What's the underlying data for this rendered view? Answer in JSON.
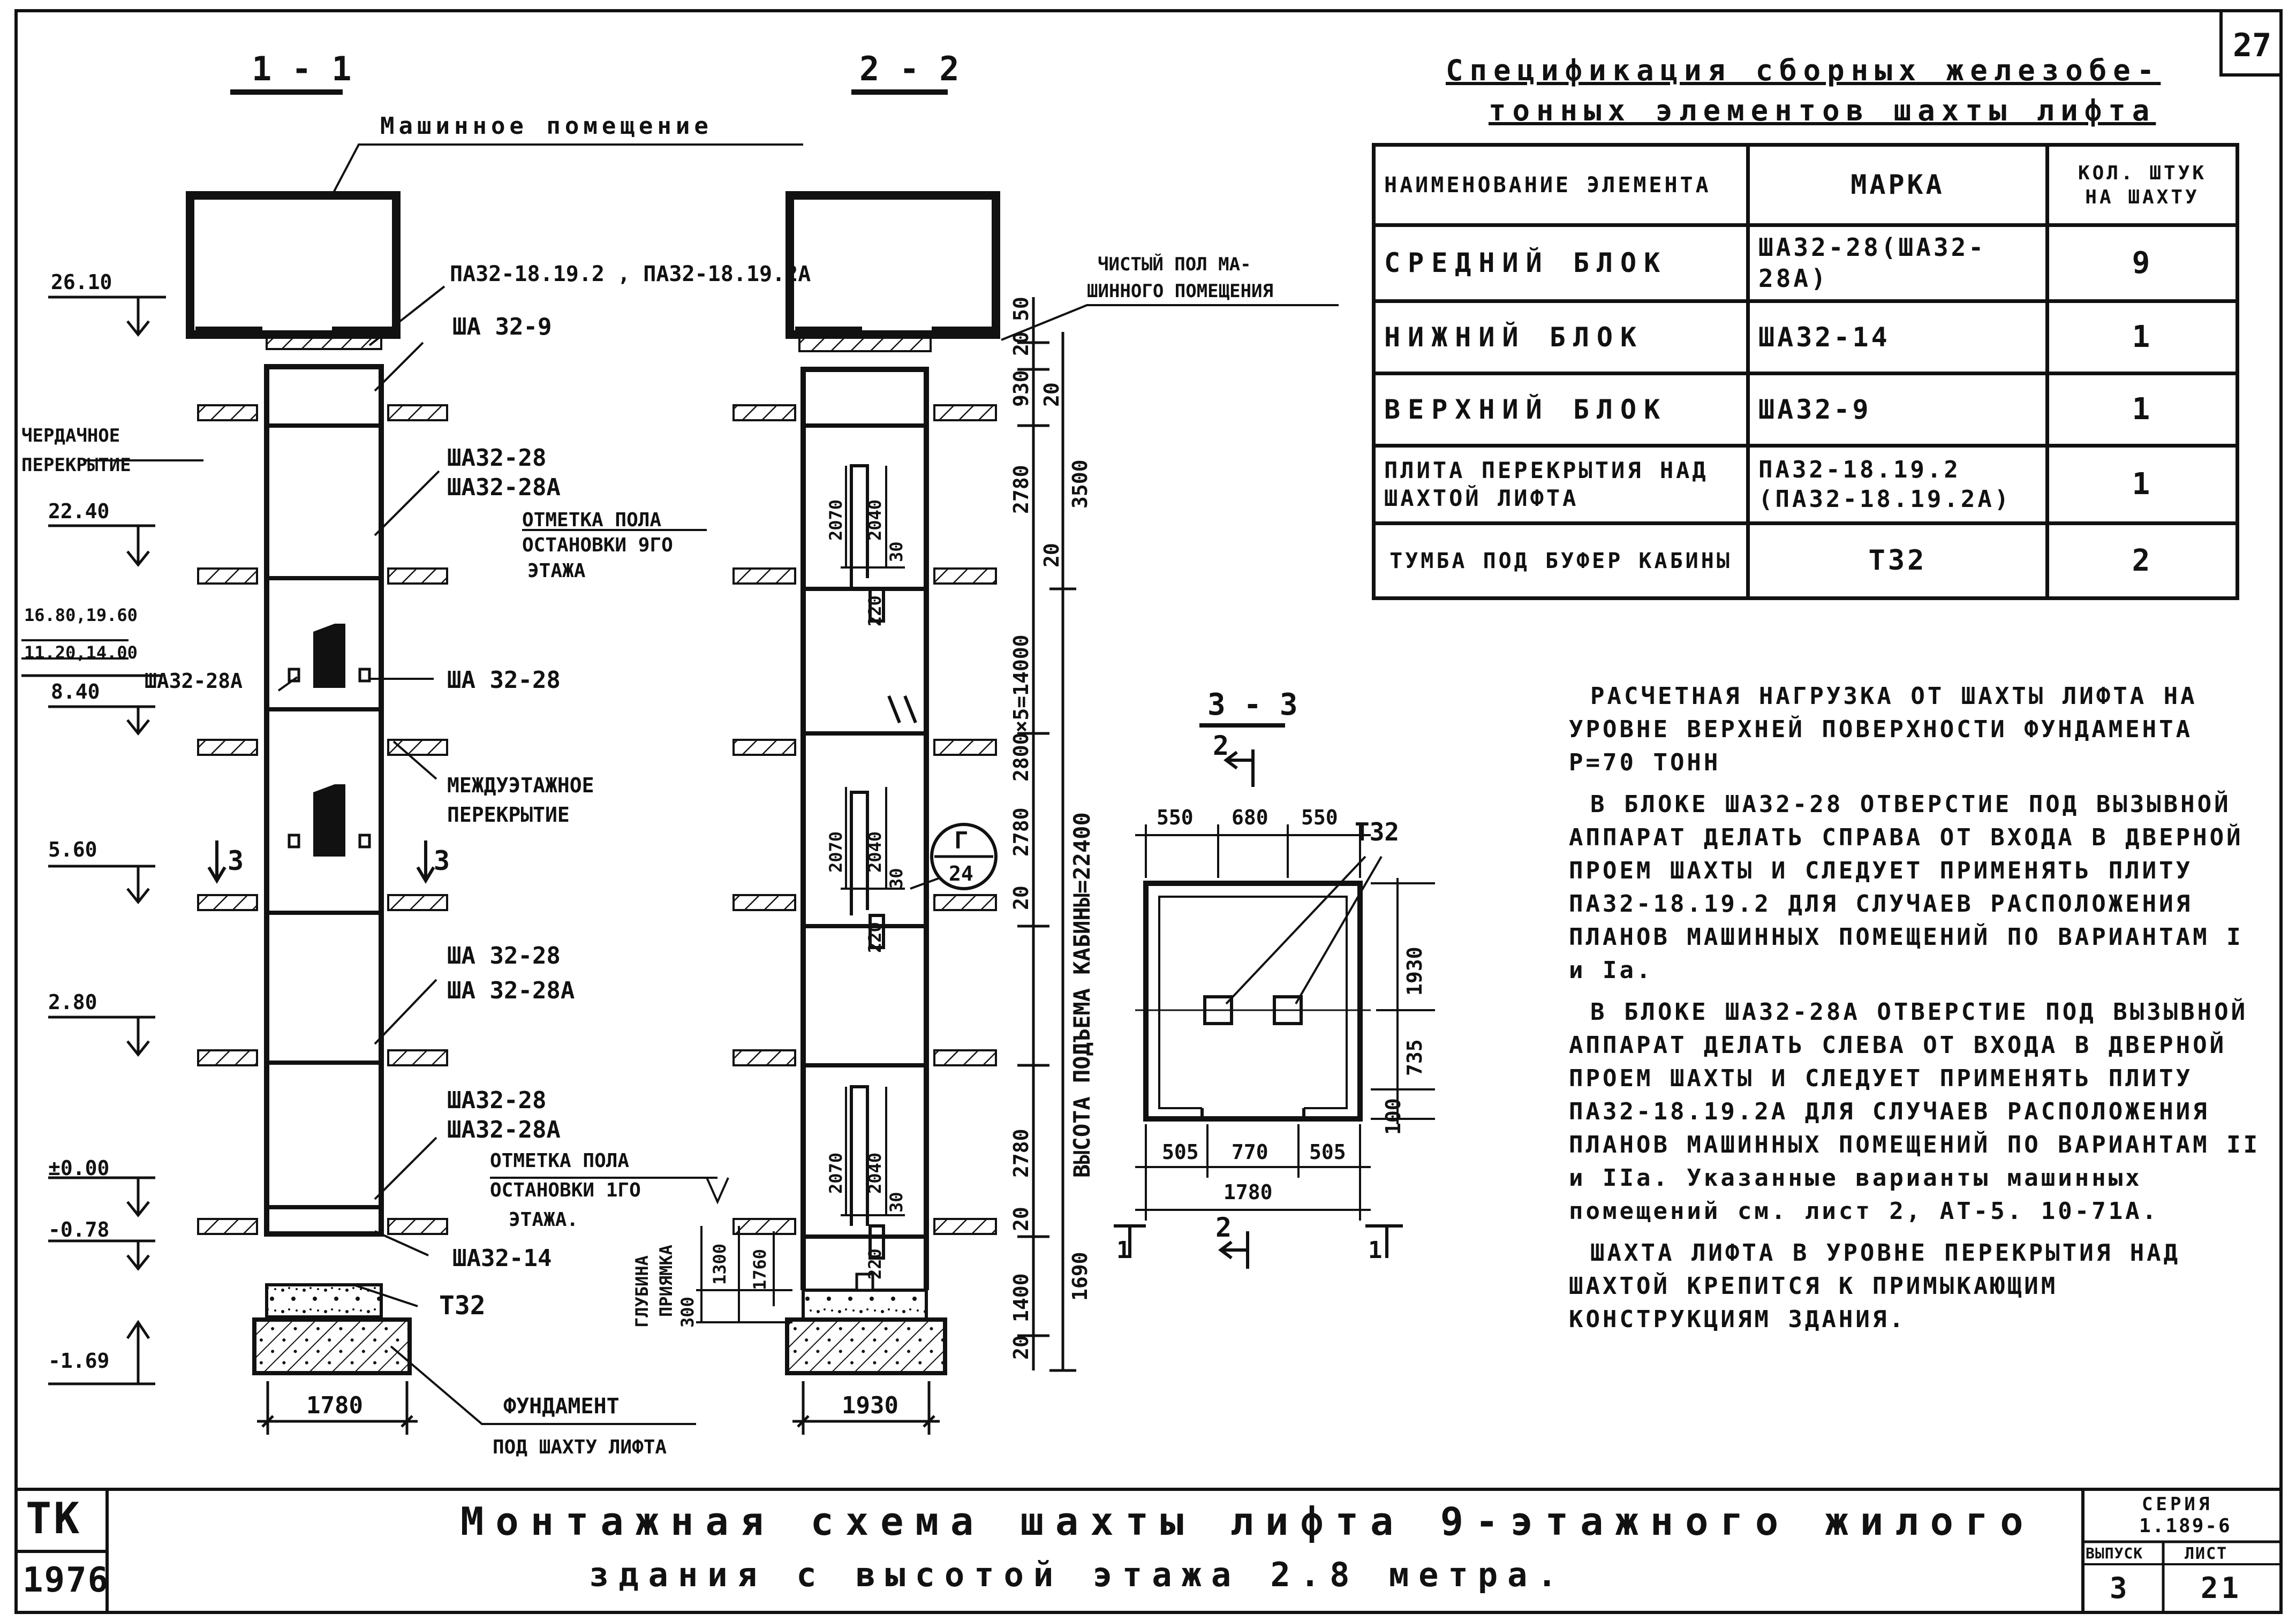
{
  "sheet_number": "27",
  "sections": {
    "s11": "1 - 1",
    "s22": "2 - 2",
    "s33": "3 - 3"
  },
  "labels": {
    "machine_room": "Машинное помещение",
    "slab_marks": "ПА32-18.19.2 , ПА32-18.19.2А",
    "sha32_9": "ША 32-9",
    "attic_floor": [
      "ЧЕРДАЧНОЕ",
      "ПЕРЕКРЫТИЕ"
    ],
    "sha32_28_top": [
      "ША32-28",
      "ША32-28А"
    ],
    "floor_mark_9": [
      "ОТМЕТКА ПОЛА",
      "ОСТАНОВКИ 9ГО",
      "ЭТАЖА"
    ],
    "sha32_28a": "ША32-28А",
    "sha32_28": "ША 32-28",
    "interfloor": [
      "МЕЖДУЭТАЖНОЕ",
      "ПЕРЕКРЫТИЕ"
    ],
    "sha32_28_mid": [
      "ША 32-28",
      "ША 32-28А"
    ],
    "sha32_28_low": [
      "ША32-28",
      "ША32-28А"
    ],
    "floor_mark_1": [
      "ОТМЕТКА ПОЛА",
      "ОСТАНОВКИ 1ГО",
      "ЭТАЖА."
    ],
    "sha32_14": "ША32-14",
    "t32": "Т32",
    "foundation": [
      "ФУНДАМЕНТ",
      "ПОД ШАХТУ ЛИФТА"
    ],
    "pit_depth": [
      "ГЛУБИНА",
      "ПРИЯМКА"
    ],
    "clean_floor": [
      "ЧИСТЫЙ ПОЛ МА-",
      "ШИННОГО ПОМЕЩЕНИЯ"
    ],
    "lift_height": "ВЫСОТА ПОДЪЕМА КАБИНЫ=22400",
    "callout_top": "Г",
    "callout_bottom": "24",
    "s33_t32": "Т32"
  },
  "elevations": [
    "26.10",
    "22.40",
    "16.80,19.60",
    "11.20,14.00",
    "8.40",
    "5.60",
    "2.80",
    "±0.00",
    "-0.78",
    "-1.69"
  ],
  "dimensions": {
    "w1780": "1780",
    "w1930": "1930",
    "s22_right": [
      "50",
      "20",
      "930",
      "20",
      "3500",
      "2780",
      "20",
      "2800×5=14000",
      "2780",
      "20",
      "2780",
      "20",
      "1400",
      "1690",
      "20"
    ],
    "s22_inner": [
      "2070",
      "2040",
      "30",
      "220",
      "2070",
      "2040",
      "30",
      "220",
      "2070",
      "2040",
      "30",
      "220",
      "1760",
      "300",
      "1300"
    ],
    "s33_top": [
      "550",
      "680",
      "550"
    ],
    "s33_bottom": [
      "505",
      "770",
      "505"
    ],
    "s33_total": "1780",
    "s33_side": [
      "1930",
      "735",
      "100"
    ],
    "cut_marks": [
      "2",
      "2",
      "1",
      "1",
      "3",
      "3"
    ]
  },
  "spec": {
    "title_line1": "Спецификация сборных железобе-",
    "title_line2": "тонных элементов шахты лифта",
    "headers": [
      "НАИМЕНОВАНИЕ ЭЛЕМЕНТА",
      "МАРКА",
      "КОЛ. ШТУК НА ШАХТУ"
    ],
    "rows": [
      [
        "СРЕДНИЙ БЛОК",
        "ША32-28(ША32-28А)",
        "9"
      ],
      [
        "НИЖНИЙ БЛОК",
        "ША32-14",
        "1"
      ],
      [
        "ВЕРХНИЙ БЛОК",
        "ША32-9",
        "1"
      ],
      [
        "ПЛИТА ПЕРЕКРЫТИЯ НАД ШАХТОЙ ЛИФТА",
        "ПА32-18.19.2 (ПА32-18.19.2А)",
        "1"
      ],
      [
        "ТУМБА ПОД БУФЕР КАБИНЫ",
        "Т32",
        "2"
      ]
    ]
  },
  "notes": [
    "РАСЧЕТНАЯ НАГРУЗКА ОТ ШАХТЫ ЛИФТА НА УРОВНЕ ВЕРХНЕЙ ПОВЕРХНОСТИ ФУНДАМЕНТА Р=70 ТОНН",
    "В БЛОКЕ ША32-28 ОТВЕРСТИЕ ПОД ВЫЗЫВНОЙ АППАРАТ ДЕЛАТЬ СПРАВА ОТ ВХОДА В ДВЕРНОЙ ПРОЕМ ШАХТЫ И СЛЕДУЕТ ПРИМЕНЯТЬ ПЛИТУ ПА32-18.19.2 ДЛЯ СЛУЧАЕВ РАСПОЛОЖЕНИЯ ПЛАНОВ МАШИННЫХ ПОМЕЩЕНИЙ ПО ВАРИАНТАМ I и Iа.",
    "В БЛОКЕ ША32-28А ОТВЕРСТИЕ ПОД ВЫЗЫВНОЙ АППАРАТ ДЕЛАТЬ СЛЕВА ОТ ВХОДА В ДВЕРНОЙ ПРОЕМ ШАХТЫ И СЛЕДУЕТ ПРИМЕНЯТЬ ПЛИТУ ПА32-18.19.2А ДЛЯ СЛУЧАЕВ РАСПОЛОЖЕНИЯ ПЛАНОВ МАШИННЫХ ПОМЕЩЕНИЙ ПО ВАРИАНТАМ II и IIа. Указанные варианты машинных помещений см. лист 2, АТ-5. 10-71А.",
    "ШАХТА ЛИФТА В УРОВНЕ ПЕРЕКРЫТИЯ НАД ШАХТОЙ КРЕПИТСЯ К ПРИМЫКАЮЩИМ КОНСТРУКЦИЯМ ЗДАНИЯ."
  ],
  "title_block": {
    "org": "ТК",
    "year": "1976",
    "title_line1": "Монтажная схема шахты лифта 9-этажного жилого",
    "title_line2": "здания с высотой этажа 2.8 метра.",
    "series_label": "СЕРИЯ",
    "series_value": "1.189-6",
    "issue_label": "ВЫПУСК",
    "issue_value": "3",
    "sheet_label": "ЛИСТ",
    "sheet_value": "21"
  }
}
